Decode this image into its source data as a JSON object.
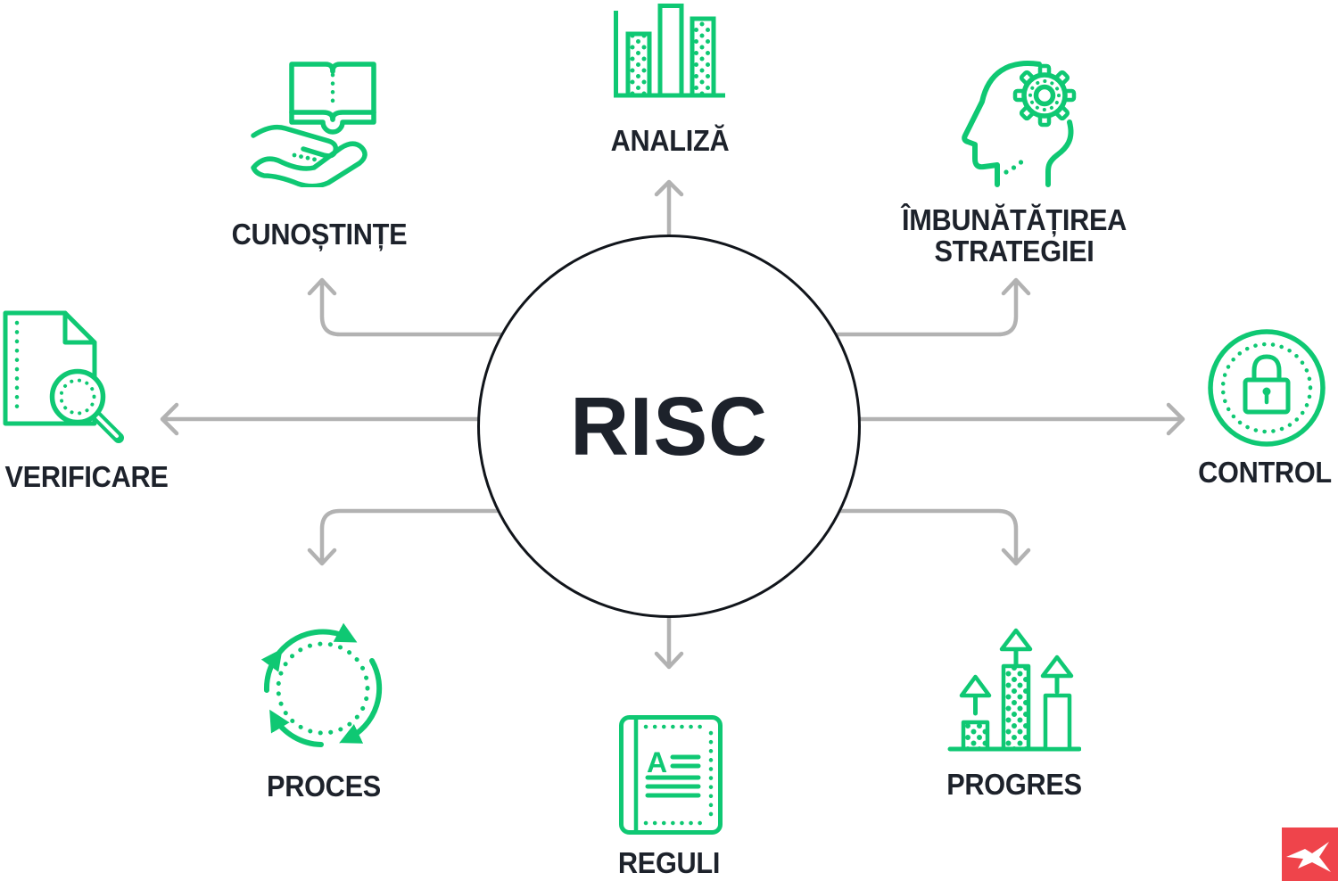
{
  "center": {
    "title": "RISC"
  },
  "nodes": {
    "analiza": {
      "label": "ANALIZĂ",
      "icon": "bar-chart"
    },
    "strategie": {
      "label_line1": "ÎMBUNĂTĂȚIREA",
      "label_line2": "STRATEGIEI",
      "icon": "head-with-gear"
    },
    "control": {
      "label": "CONTROL",
      "icon": "padlock-in-circle"
    },
    "progres": {
      "label": "PROGRES",
      "icon": "growth-bars-arrows"
    },
    "reguli": {
      "label": "REGULI",
      "icon": "rulebook",
      "icon_letter": "A"
    },
    "proces": {
      "label": "PROCES",
      "icon": "cycle-arrows"
    },
    "verificare": {
      "label": "VERIFICARE",
      "icon": "document-magnifier"
    },
    "cunostinte": {
      "label": "CUNOȘTINȚE",
      "icon": "hand-holding-book"
    }
  },
  "colors": {
    "accent_green": "#0fc873",
    "text_dark": "#1d222b",
    "connector_gray": "#b2b2b2",
    "circle_outline": "#11151b",
    "logo_red": "#ef444b",
    "logo_glyph": "#ffffff"
  },
  "logo": {
    "name": "xtb-logo"
  }
}
